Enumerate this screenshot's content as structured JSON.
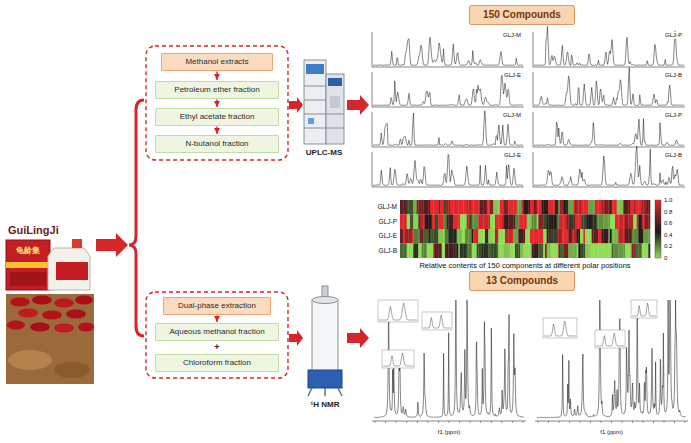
{
  "diagram": {
    "nodes": [
      {
        "text": [
          "Methanol extracts"
        ]
      },
      {
        "text": [
          "Petroleum ether fraction"
        ]
      },
      {
        "text": [
          "Ethyl acetate fraction"
        ]
      },
      {
        "text": [
          "N-butanol fraction"
        ]
      },
      {
        "text": [
          "150 Compounds"
        ]
      },
      {
        "text": [
          "Dual-phase extraction"
        ]
      },
      {
        "text": [
          "Aqueous methanol fraction"
        ]
      },
      {
        "text": [
          "Chloroform fraction"
        ]
      },
      {
        "text": [
          "13 Compounds"
        ]
      }
    ],
    "edges": [
      {
        "from": 0,
        "to": 1,
        "arrow": "to"
      },
      {
        "from": 1,
        "to": 2,
        "arrow": "to"
      },
      {
        "from": 2,
        "to": 3,
        "arrow": "to"
      },
      {
        "from": 5,
        "to": 6,
        "arrow": "to"
      }
    ],
    "labels": [
      "GuiLingJi",
      "龟龄集",
      "UPLC-MS",
      "¹H NMR",
      "GLJ-M",
      "GLJ-P",
      "GLJ-E",
      "GLJ-B",
      "GLJ-M",
      "GLJ-P",
      "GLJ-E",
      "GLJ-B",
      "GLJ-M",
      "GLJ-P",
      "GLJ-E",
      "GLJ-B",
      "1.0",
      "0.8",
      "0.6",
      "0.4",
      "0.2",
      "0",
      "Relative contents of 150 components at different polar positions",
      "+",
      "f1 (ppm)",
      "f1 (ppm)"
    ]
  }
}
